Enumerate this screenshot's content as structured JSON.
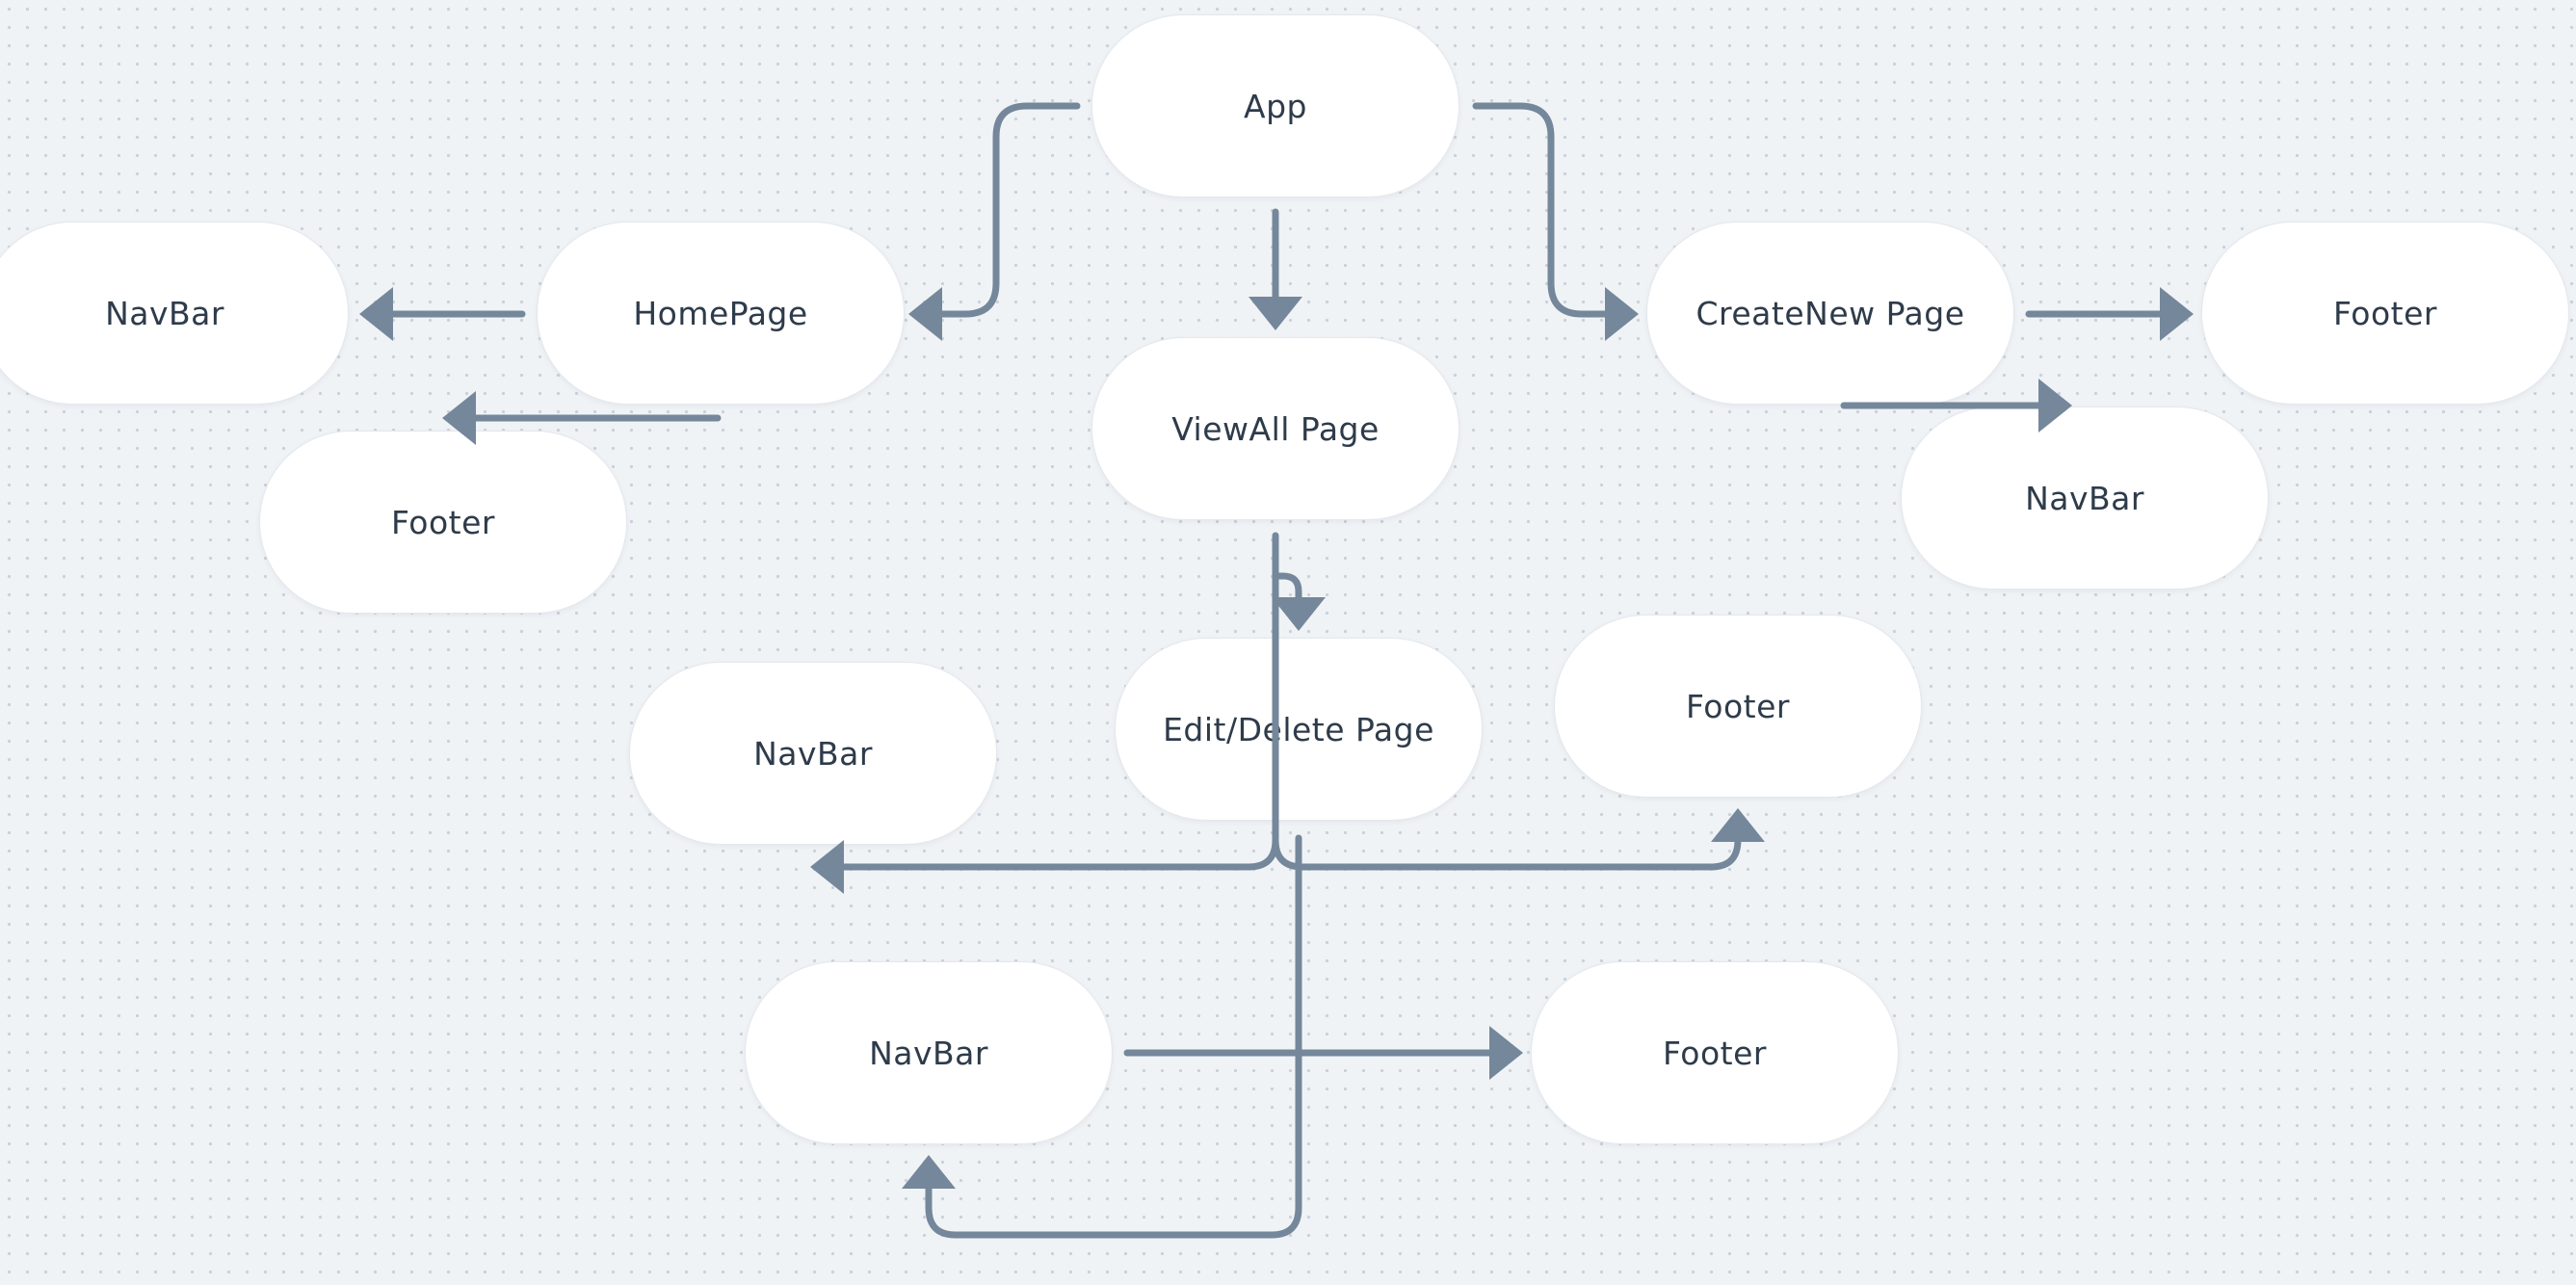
{
  "nodes": {
    "app": "App",
    "homepage": "HomePage",
    "homepage_navbar": "NavBar",
    "homepage_footer": "Footer",
    "viewall": "ViewAll Page",
    "createnew": "CreateNew Page",
    "createnew_footer": "Footer",
    "createnew_navbar": "NavBar",
    "editdelete": "Edit/Delete Page",
    "viewall_navbar": "NavBar",
    "viewall_footer": "Footer",
    "editdelete_navbar": "NavBar",
    "editdelete_footer": "Footer"
  },
  "colors": {
    "edge": "#75879a",
    "node_fill": "#ffffff",
    "background": "#f0f3f6"
  }
}
